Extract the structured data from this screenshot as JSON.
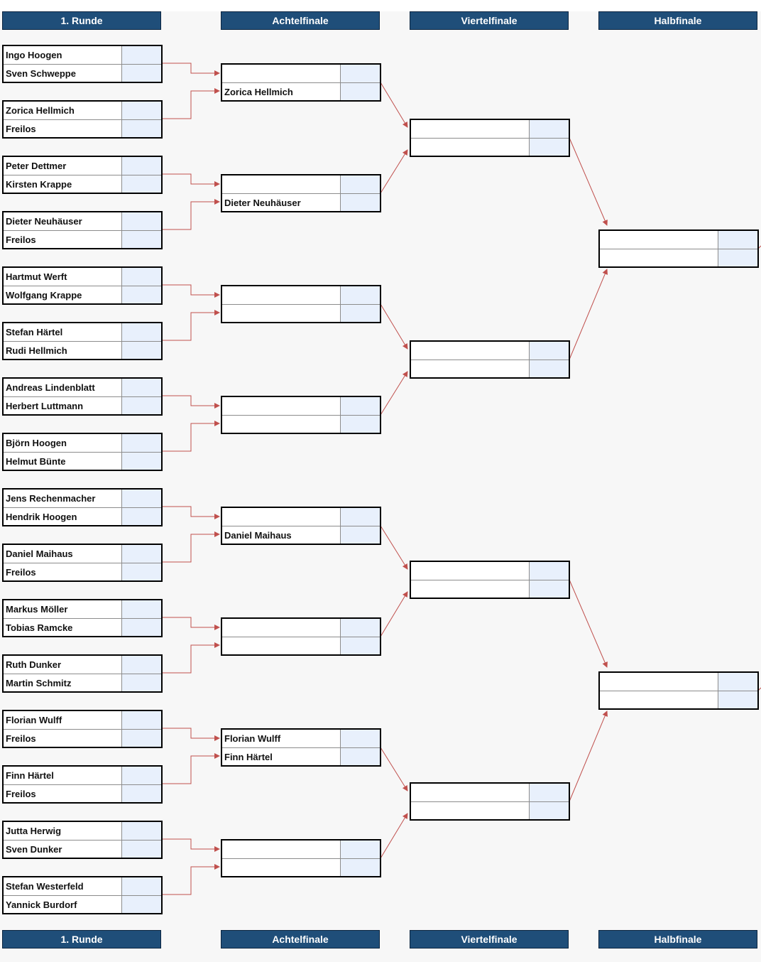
{
  "headers": {
    "round1": "1. Runde",
    "r16": "Achtelfinale",
    "qf": "Viertelfinale",
    "sf": "Halbfinale"
  },
  "round1": [
    {
      "p1": "Ingo Hoogen",
      "p2": "Sven Schweppe"
    },
    {
      "p1": "Zorica Hellmich",
      "p2": "Freilos"
    },
    {
      "p1": "Peter Dettmer",
      "p2": "Kirsten Krappe"
    },
    {
      "p1": "Dieter Neuhäuser",
      "p2": "Freilos"
    },
    {
      "p1": "Hartmut Werft",
      "p2": "Wolfgang Krappe"
    },
    {
      "p1": "Stefan Härtel",
      "p2": "Rudi Hellmich"
    },
    {
      "p1": "Andreas Lindenblatt",
      "p2": "Herbert Luttmann"
    },
    {
      "p1": "Björn Hoogen",
      "p2": "Helmut Bünte"
    },
    {
      "p1": "Jens Rechenmacher",
      "p2": "Hendrik Hoogen"
    },
    {
      "p1": "Daniel Maihaus",
      "p2": "Freilos"
    },
    {
      "p1": "Markus Möller",
      "p2": "Tobias Ramcke"
    },
    {
      "p1": "Ruth Dunker",
      "p2": "Martin Schmitz"
    },
    {
      "p1": "Florian Wulff",
      "p2": "Freilos"
    },
    {
      "p1": "Finn Härtel",
      "p2": "Freilos"
    },
    {
      "p1": "Jutta Herwig",
      "p2": "Sven Dunker"
    },
    {
      "p1": "Stefan Westerfeld",
      "p2": "Yannick Burdorf"
    }
  ],
  "r16": [
    {
      "p1": "",
      "p2": "Zorica Hellmich"
    },
    {
      "p1": "",
      "p2": "Dieter Neuhäuser"
    },
    {
      "p1": "",
      "p2": ""
    },
    {
      "p1": "",
      "p2": ""
    },
    {
      "p1": "",
      "p2": "Daniel Maihaus"
    },
    {
      "p1": "",
      "p2": ""
    },
    {
      "p1": "Florian Wulff",
      "p2": "Finn Härtel"
    },
    {
      "p1": "",
      "p2": ""
    }
  ],
  "qf": [
    {
      "p1": "",
      "p2": ""
    },
    {
      "p1": "",
      "p2": ""
    },
    {
      "p1": "",
      "p2": ""
    },
    {
      "p1": "",
      "p2": ""
    }
  ],
  "sf": [
    {
      "p1": "",
      "p2": ""
    },
    {
      "p1": "",
      "p2": ""
    }
  ],
  "colors": {
    "header_bg": "#1f4e79",
    "score_bg": "#e8f0fc",
    "connector": "#c0504d"
  }
}
